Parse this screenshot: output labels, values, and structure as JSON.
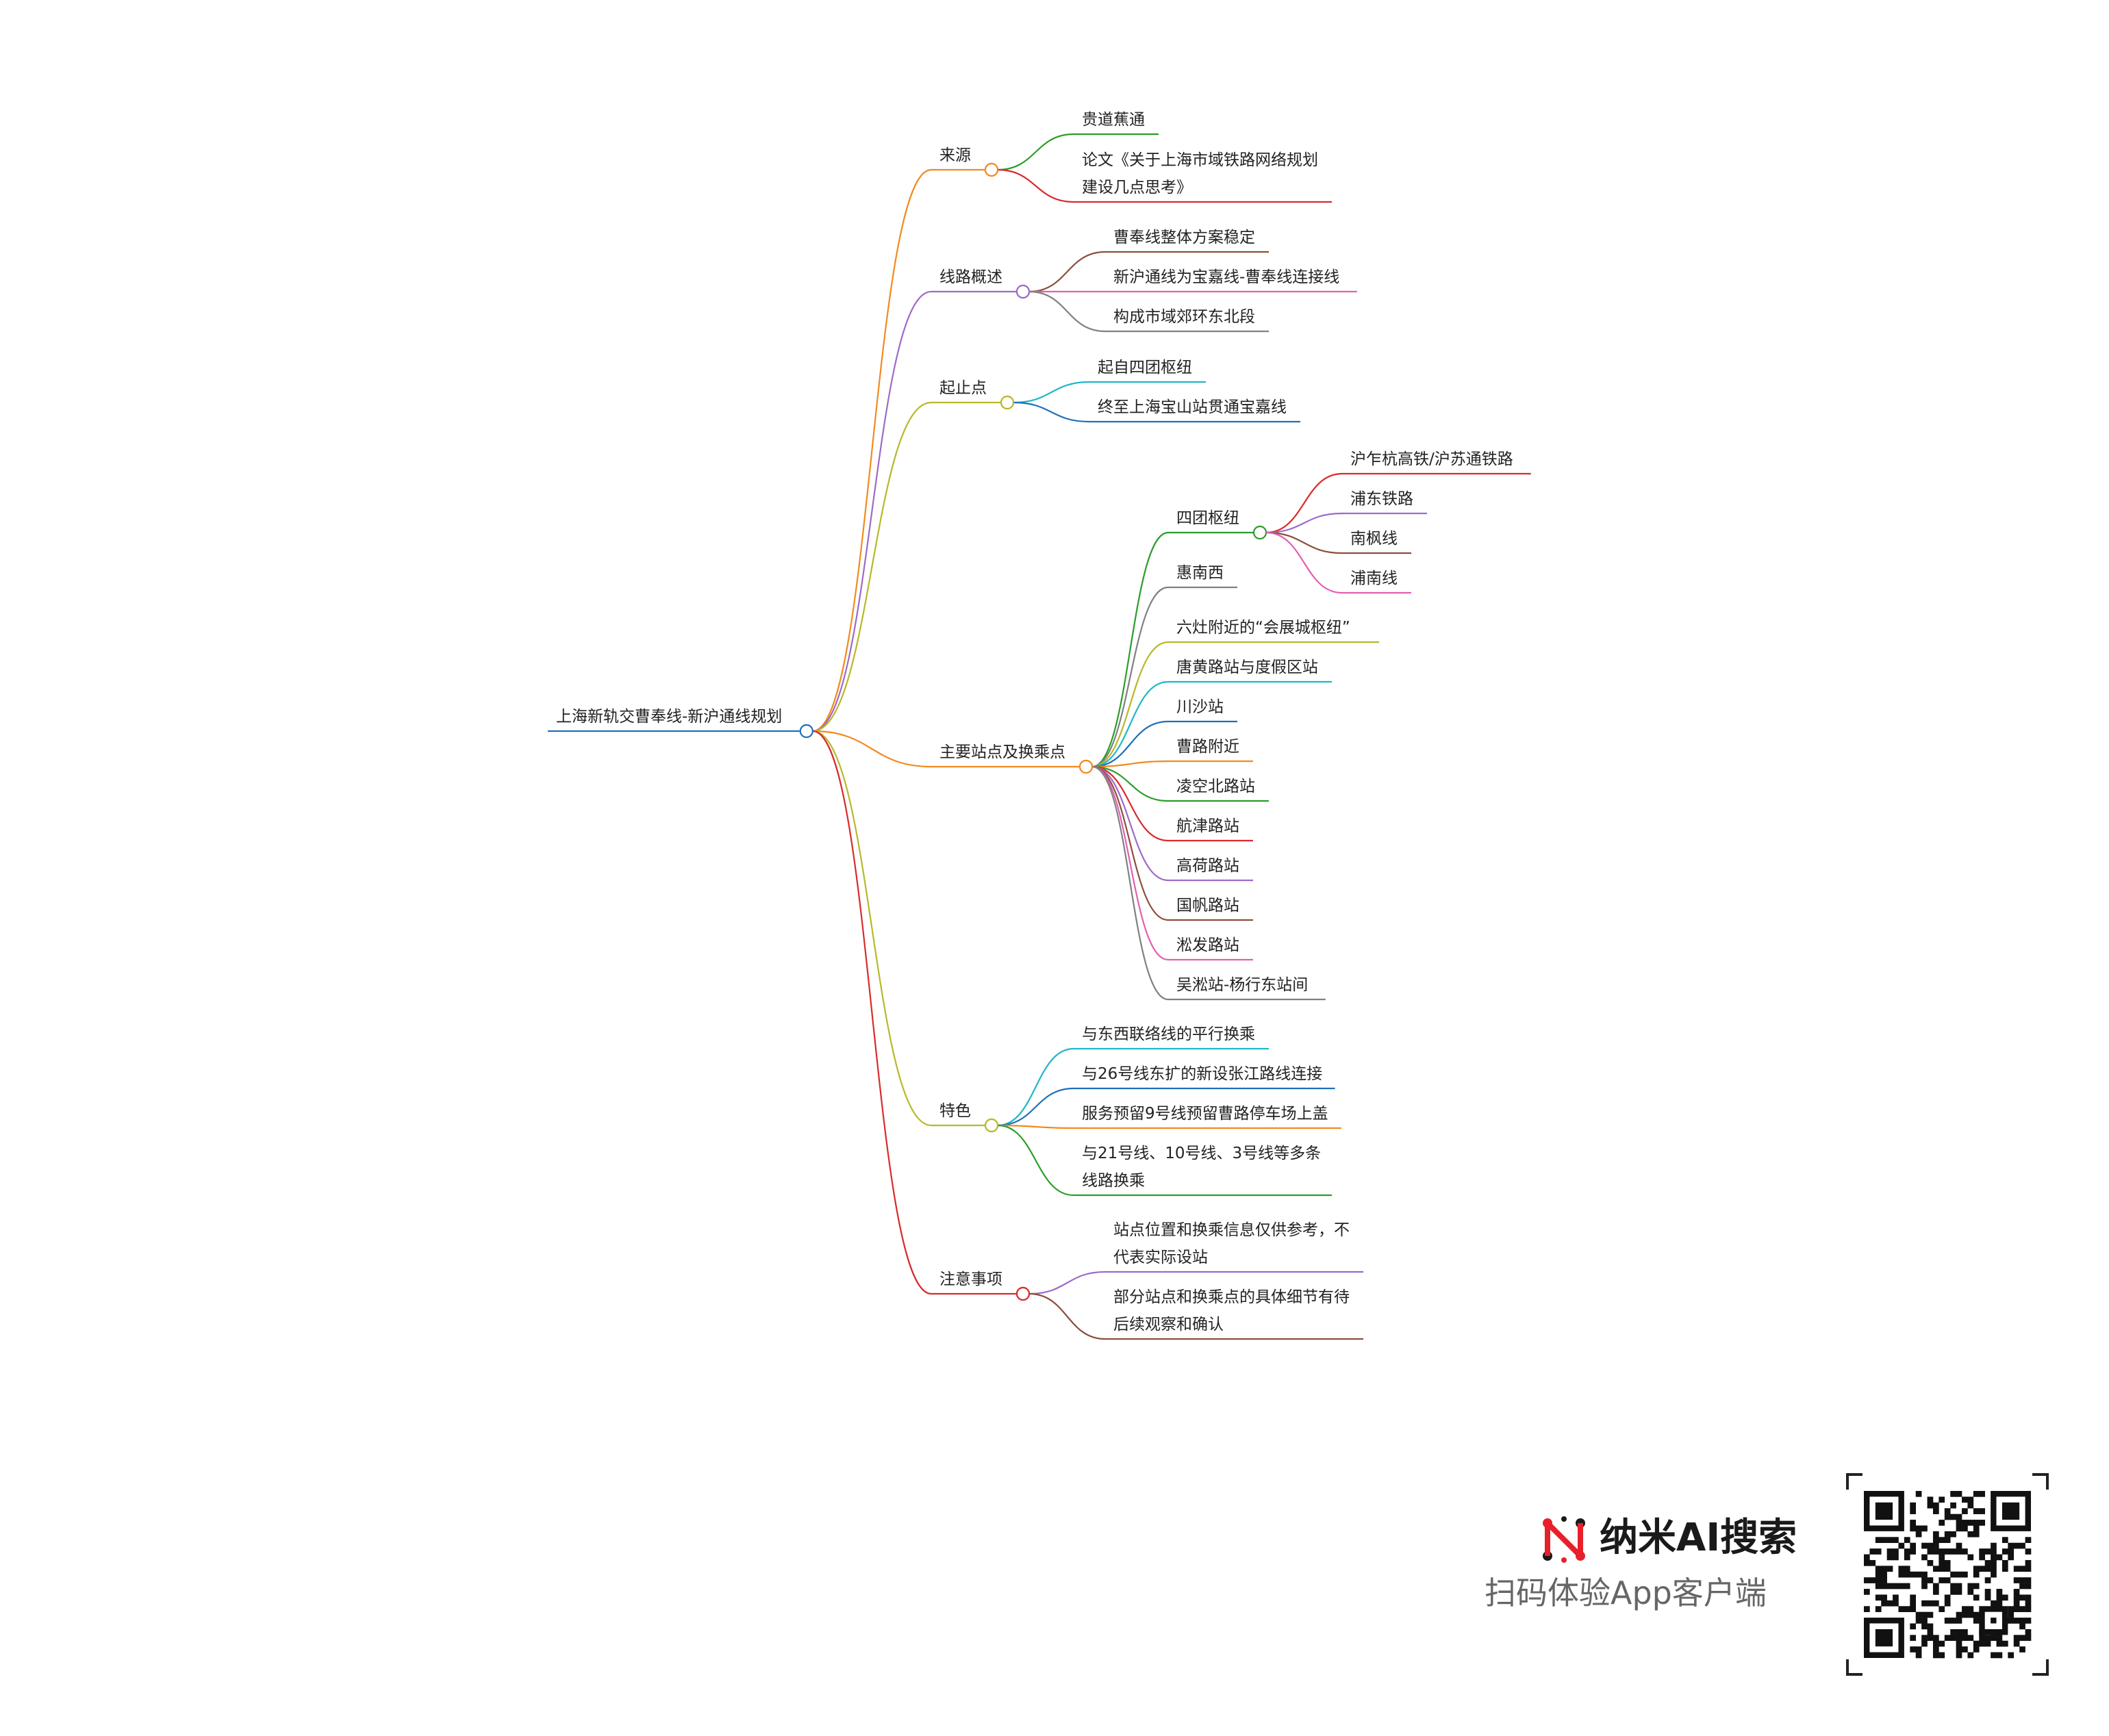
{
  "mindmap": {
    "root": "上海新轨交曹奉线-新沪通线规划",
    "branches": [
      {
        "label": "来源",
        "color": "#f28a1e",
        "children": [
          {
            "label": "贵道蕉通",
            "color": "#2a9d2a"
          },
          {
            "label": "论文《关于上海市域铁路网络规划\n建设几点思考》",
            "color": "#d92b2b"
          }
        ]
      },
      {
        "label": "线路概述",
        "color": "#9c6bc9",
        "children": [
          {
            "label": "曹奉线整体方案稳定",
            "color": "#8a4f3c"
          },
          {
            "label": "新沪通线为宝嘉线-曹奉线连接线",
            "color": "#e35fb0"
          },
          {
            "label": "构成市域郊环东北段",
            "color": "#808080"
          }
        ]
      },
      {
        "label": "起止点",
        "color": "#b8b82a",
        "children": [
          {
            "label": "起自四团枢纽",
            "color": "#1fb8c9"
          },
          {
            "label": "终至上海宝山站贯通宝嘉线",
            "color": "#1f70b8"
          }
        ]
      },
      {
        "label": "主要站点及换乘点",
        "color": "#f28a1e",
        "children": [
          {
            "label": "四团枢纽",
            "color": "#2a9d2a",
            "children": [
              {
                "label": "沪乍杭高铁/沪苏通铁路",
                "color": "#d92b2b"
              },
              {
                "label": "浦东铁路",
                "color": "#9c6bc9"
              },
              {
                "label": "南枫线",
                "color": "#8a4f3c"
              },
              {
                "label": "浦南线",
                "color": "#e35fb0"
              }
            ]
          },
          {
            "label": "惠南西",
            "color": "#808080"
          },
          {
            "label": "六灶附近的“会展城枢纽”",
            "color": "#b8b82a"
          },
          {
            "label": "唐黄路站与度假区站",
            "color": "#1fb8c9"
          },
          {
            "label": "川沙站",
            "color": "#1f70b8"
          },
          {
            "label": "曹路附近",
            "color": "#f28a1e"
          },
          {
            "label": "凌空北路站",
            "color": "#2a9d2a"
          },
          {
            "label": "航津路站",
            "color": "#d92b2b"
          },
          {
            "label": "高荷路站",
            "color": "#9c6bc9"
          },
          {
            "label": "国帆路站",
            "color": "#8a4f3c"
          },
          {
            "label": "淞发路站",
            "color": "#e35fb0"
          },
          {
            "label": "吴淞站-杨行东站间",
            "color": "#808080"
          }
        ]
      },
      {
        "label": "特色",
        "color": "#b8b82a",
        "children": [
          {
            "label": "与东西联络线的平行换乘",
            "color": "#1fb8c9"
          },
          {
            "label": "与26号线东扩的新设张江路线连接",
            "color": "#1f70b8"
          },
          {
            "label": "服务预留9号线预留曹路停车场上盖",
            "color": "#f28a1e"
          },
          {
            "label": "与21号线、10号线、3号线等多条\n线路换乘",
            "color": "#2a9d2a"
          }
        ]
      },
      {
        "label": "注意事项",
        "color": "#d92b2b",
        "children": [
          {
            "label": "站点位置和换乘信息仅供参考，不\n代表实际设站",
            "color": "#9c6bc9"
          },
          {
            "label": "部分站点和换乘点的具体细节有待\n后续观察和确认",
            "color": "#8a4f3c"
          }
        ]
      }
    ]
  },
  "brand": {
    "name": "纳米AI搜索",
    "slogan": "扫码体验App客户端",
    "logo_icon": "nami-logo-icon",
    "logo_color": "#e8202a"
  },
  "qr": {
    "icon": "qr-code-icon"
  }
}
